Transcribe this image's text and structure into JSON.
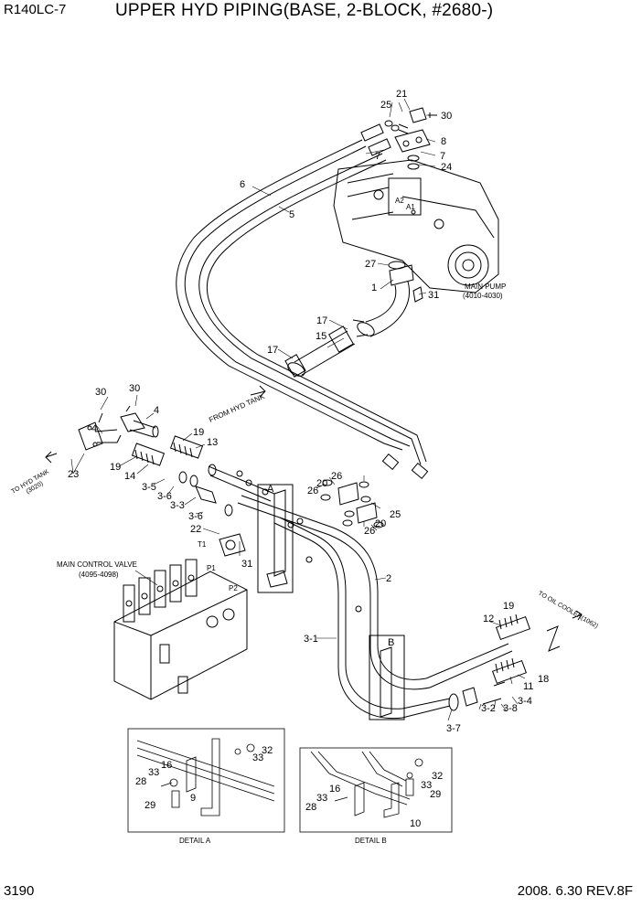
{
  "header": {
    "model": "R140LC-7",
    "title": "UPPER HYD PIPING(BASE, 2-BLOCK, #2680-)"
  },
  "footer": {
    "page": "3190",
    "date_rev": "2008. 6.30  REV.8F"
  },
  "labels": {
    "main_pump": "MAIN PUMP",
    "main_pump_ref": "(4010-4030)",
    "main_control_valve": "MAIN CONTROL VALVE",
    "main_control_valve_ref": "(4095-4098)",
    "from_hyd_tank": "FROM HYD TANK",
    "to_hyd_tank": "TO HYD TANK",
    "to_hyd_tank_ref": "(3020)",
    "to_oil_cooler": "TO OIL COOLER(1062)",
    "detail_a": "DETAIL A",
    "detail_b": "DETAIL B",
    "detail_a_marker": "A",
    "detail_b_marker": "B",
    "port_a1": "A1",
    "port_a2": "A2",
    "port_p1": "P1",
    "port_p2": "P2",
    "port_t1": "T1"
  },
  "part_numbers": {
    "p1": "1",
    "p2": "2",
    "p3_1": "3-1",
    "p3_2": "3-2",
    "p3_3": "3-3",
    "p3_4": "3-4",
    "p3_5": "3-5",
    "p3_6": "3-6",
    "p3_7": "3-7",
    "p3_8": "3-8",
    "p4": "4",
    "p5": "5",
    "p6": "6",
    "p7": "7",
    "p8": "8",
    "p9": "9",
    "p10": "10",
    "p11": "11",
    "p12": "12",
    "p13": "13",
    "p14": "14",
    "p15": "15",
    "p16": "16",
    "p17": "17",
    "p18": "18",
    "p19": "19",
    "p20": "20",
    "p21": "21",
    "p22": "22",
    "p23": "23",
    "p24": "24",
    "p25": "25",
    "p26": "26",
    "p27": "27",
    "p28": "28",
    "p29": "29",
    "p30": "30",
    "p31": "31",
    "p32": "32",
    "p33": "33"
  }
}
